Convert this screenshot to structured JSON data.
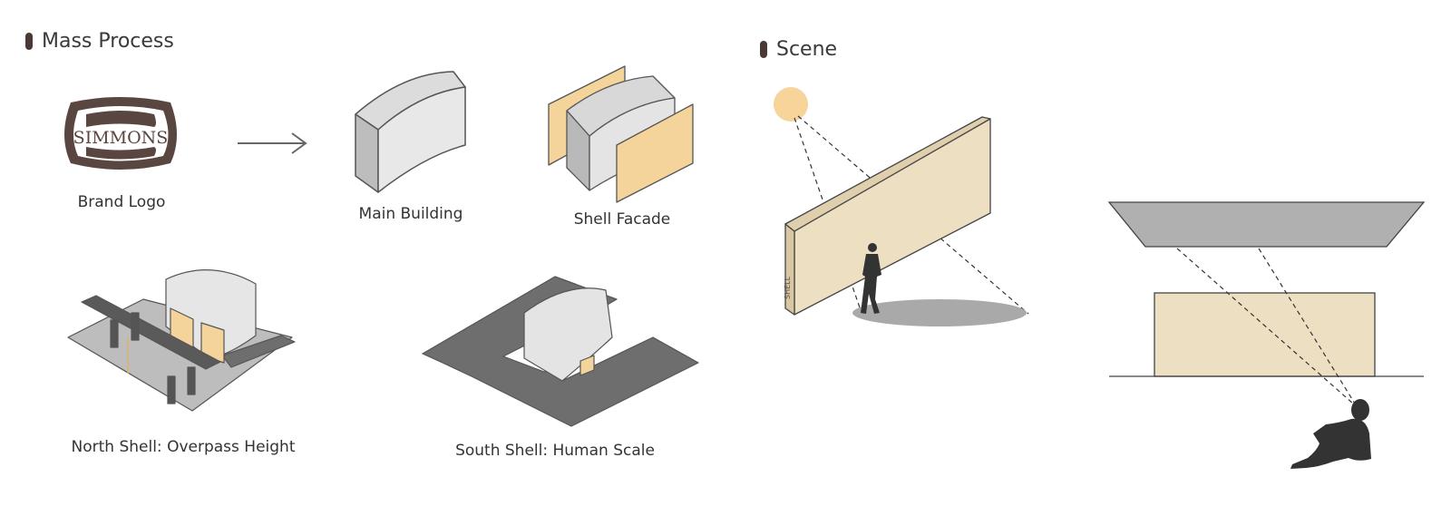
{
  "sections": {
    "mass_process": {
      "title": "Mass Process"
    },
    "scene": {
      "title": "Scene"
    }
  },
  "captions": {
    "brand_logo": "Brand Logo",
    "main_building": "Main Building",
    "shell_facade": "Shell Facade",
    "north_shell": "North Shell: Overpass Height",
    "south_shell": "South Shell: Human Scale"
  },
  "logo": {
    "text": "SIMMONS"
  },
  "wall_label": "SHELL",
  "colors": {
    "brand_brown": "#5a4640",
    "facade_orange": "#f5d49c",
    "wall_beige": "#ecdfc2",
    "sun": "#f6d49a",
    "gray_light": "#e6e6e6",
    "gray_mid": "#cfcfcf",
    "gray_dark": "#777777",
    "ground": "#bdbdbd",
    "road": "#6e6e6e"
  }
}
